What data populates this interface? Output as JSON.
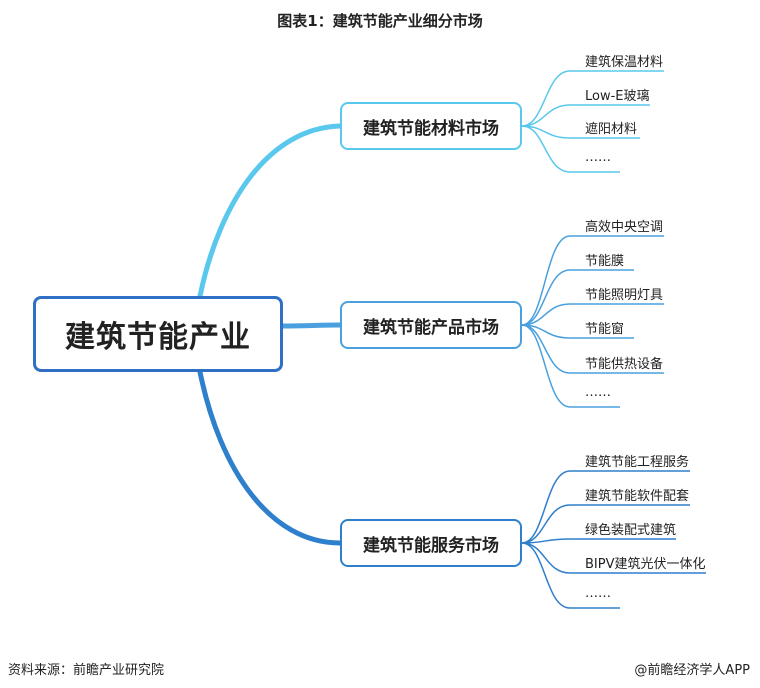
{
  "title": "图表1：建筑节能产业细分市场",
  "root": "建筑节能产业",
  "branches": [
    {
      "label": "建筑节能材料市场",
      "color": "#5ac8ec",
      "items": [
        "建筑保温材料",
        "Low-E玻璃",
        "遮阳材料",
        "……"
      ]
    },
    {
      "label": "建筑节能产品市场",
      "color": "#4aa0de",
      "items": [
        "高效中央空调",
        "节能膜",
        "节能照明灯具",
        "节能窗",
        "节能供热设备",
        "……"
      ]
    },
    {
      "label": "建筑节能服务市场",
      "color": "#2e7fcc",
      "items": [
        "建筑节能工程服务",
        "建筑节能软件配套",
        "绿色装配式建筑",
        "BIPV建筑光伏一体化",
        "……"
      ]
    }
  ],
  "footer": {
    "source": "资料来源：前瞻产业研究院",
    "credit": "@前瞻经济学人APP"
  }
}
